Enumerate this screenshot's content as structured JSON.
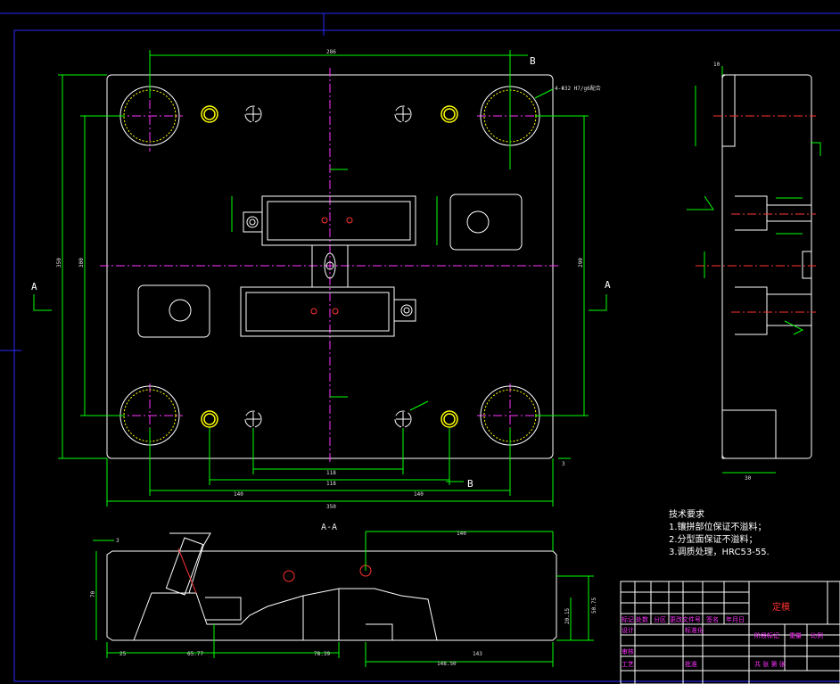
{
  "drawing": {
    "section_labels": {
      "a_left": "A",
      "a_right": "A",
      "b_top": "B",
      "b_bottom": "B",
      "section_title": "A-A"
    },
    "dimensions_top": {
      "top_width": "286",
      "half_left": "140",
      "half_right": "140",
      "span_118_a": "118",
      "span_118_b": "118",
      "overall_width": "350",
      "right_offset": "3"
    },
    "dimensions_left": {
      "overall_height": "350",
      "inner_height": "300"
    },
    "dimensions_right": {
      "right_height": "290",
      "right_note": "4-Φ32 H7/g6配合"
    },
    "dimensions_side": {
      "top": "10",
      "bottom": "30"
    },
    "dimensions_bottom": {
      "d1": "3",
      "d2": "70",
      "d3": "25",
      "d4": "65.77",
      "d5": "78.39",
      "d6": "140",
      "d7": "148.50",
      "d8": "143",
      "d9": "20.15",
      "d10": "50.75"
    },
    "notes": {
      "title": "技术要求",
      "items": [
        "1.镶拼部位保证不溢料；",
        "2.分型面保证不溢料；",
        "3.调质处理，HRC53-55."
      ]
    },
    "title_block": {
      "name": "定模",
      "row_labels": [
        "标记",
        "处数",
        "分区",
        "更改文件号",
        "签名",
        "年月日"
      ],
      "design": "设计",
      "standard": "标准化",
      "stage": "阶段标记",
      "weight": "重量",
      "scale": "比例",
      "audit": "审核",
      "process": "工艺",
      "approve": "批准",
      "sheet": "共 张 第 张"
    },
    "colors": {
      "frame": "#2a2aff",
      "outline": "#ffffff",
      "centerline": "#ff33ff",
      "dimension": "#00ff00",
      "highlight": "#ffff00",
      "hole": "#ff3333"
    }
  }
}
